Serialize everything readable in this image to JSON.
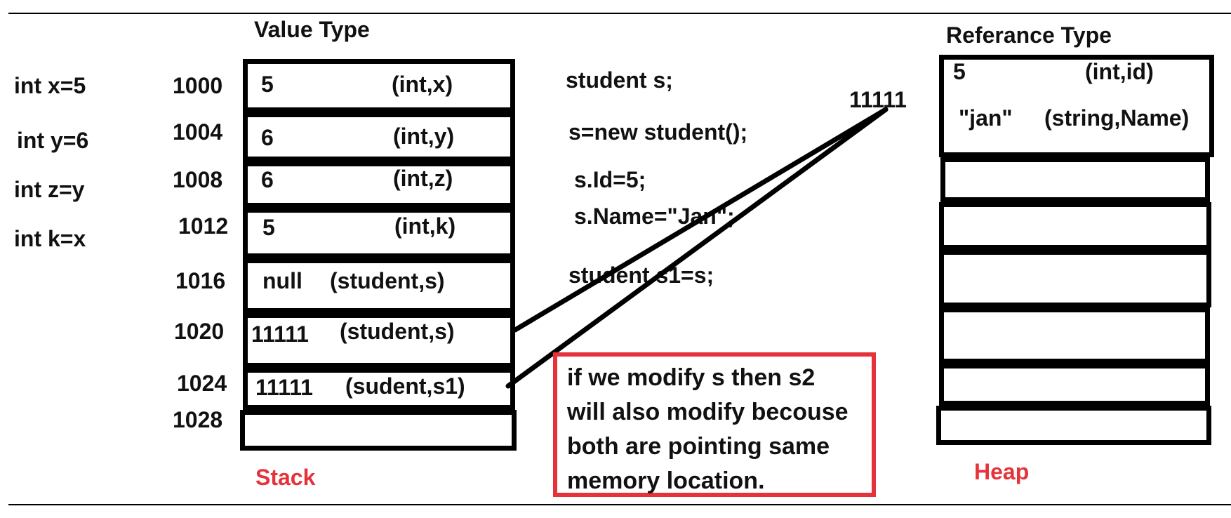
{
  "stack": {
    "title": "Value Type",
    "label": "Stack",
    "label_color": "#e5323b",
    "cells": [
      {
        "address": "1000",
        "value": "5",
        "meta": "(int,x)"
      },
      {
        "address": "1004",
        "value": "6",
        "meta": "(int,y)"
      },
      {
        "address": "1008",
        "value": "6",
        "meta": "(int,z)"
      },
      {
        "address": "1012",
        "value": "5",
        "meta": "(int,k)"
      },
      {
        "address": "1016",
        "value": "null",
        "meta": "(student,s)"
      },
      {
        "address": "1020",
        "value": "11111",
        "meta": "(student,s)"
      },
      {
        "address": "1024",
        "value": "11111",
        "meta": "(sudent,s1)"
      },
      {
        "address": "1028",
        "value": "",
        "meta": ""
      }
    ]
  },
  "declarations": [
    "int x=5",
    "int y=6",
    "int z=y",
    "int k=x"
  ],
  "code": [
    "student s;",
    "s=new student();",
    "s.Id=5;",
    "s.Name=\"Jan\";",
    "student s1=s;"
  ],
  "heap": {
    "title": "Referance Type",
    "label": "Heap",
    "label_color": "#e5323b",
    "address": "11111",
    "object": [
      {
        "value": "5",
        "meta": "(int,id)"
      },
      {
        "value": "\"jan\"",
        "meta": "(string,Name)"
      }
    ]
  },
  "note": {
    "text": "if we modify s then s2\nwill also modify becouse\nboth are pointing same\nmemory location.",
    "border_color": "#e5323b"
  }
}
